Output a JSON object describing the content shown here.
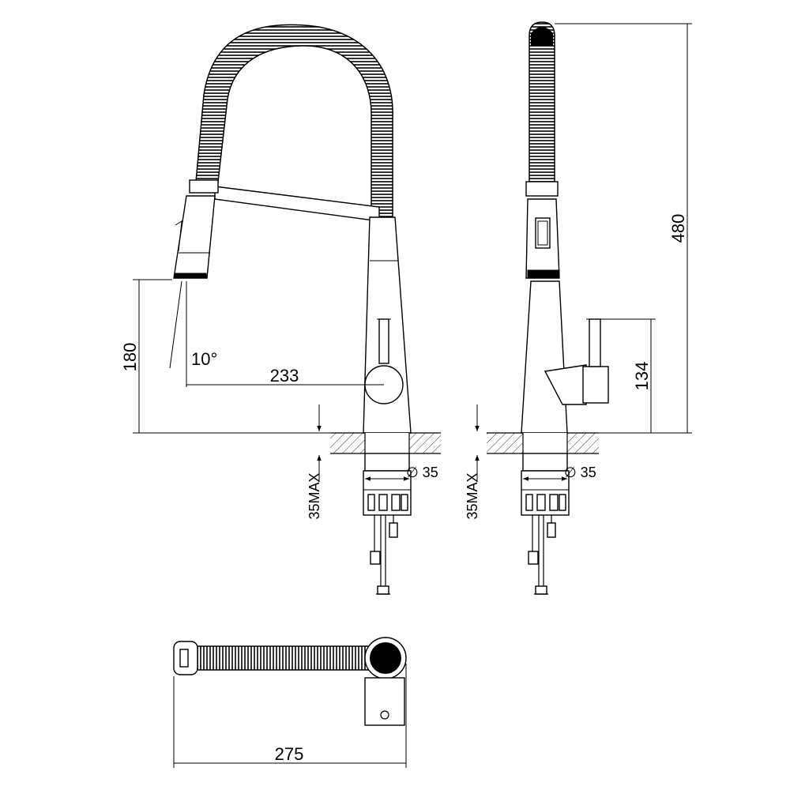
{
  "dimensions": {
    "spout_height": "180",
    "spout_angle": "10°",
    "spout_reach": "233",
    "deck_thickness_left": "35MAX",
    "hole_diameter_left": "∅ 35",
    "deck_thickness_right": "35MAX",
    "hole_diameter_right": "∅ 35",
    "total_height": "480",
    "lever_height": "134",
    "top_width": "275"
  }
}
